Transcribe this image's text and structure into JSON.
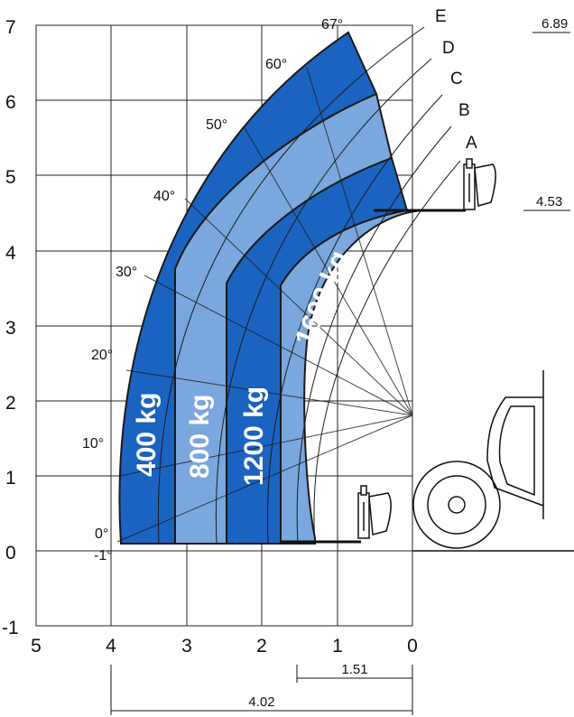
{
  "x_ticks": [
    "5",
    "4",
    "3",
    "2",
    "1",
    "0"
  ],
  "y_ticks": [
    "7",
    "6",
    "5",
    "4",
    "3",
    "2",
    "1",
    "0",
    "-1"
  ],
  "angles": [
    "67°",
    "60°",
    "50°",
    "40°",
    "30°",
    "20°",
    "10°",
    "0°",
    "-1°"
  ],
  "extensions": [
    "E",
    "D",
    "C",
    "B",
    "A"
  ],
  "zones": [
    "400 kg",
    "800 kg",
    "1200 kg",
    "1600 kg"
  ],
  "dims": {
    "max_height": "6.89",
    "retracted_height": "4.53",
    "retracted_reach": "1.51",
    "max_reach": "4.02"
  },
  "colors": {
    "zone_dark": "#1a63c0",
    "zone_light": "#7aa7dd",
    "outline": "#1a1a1a"
  }
}
